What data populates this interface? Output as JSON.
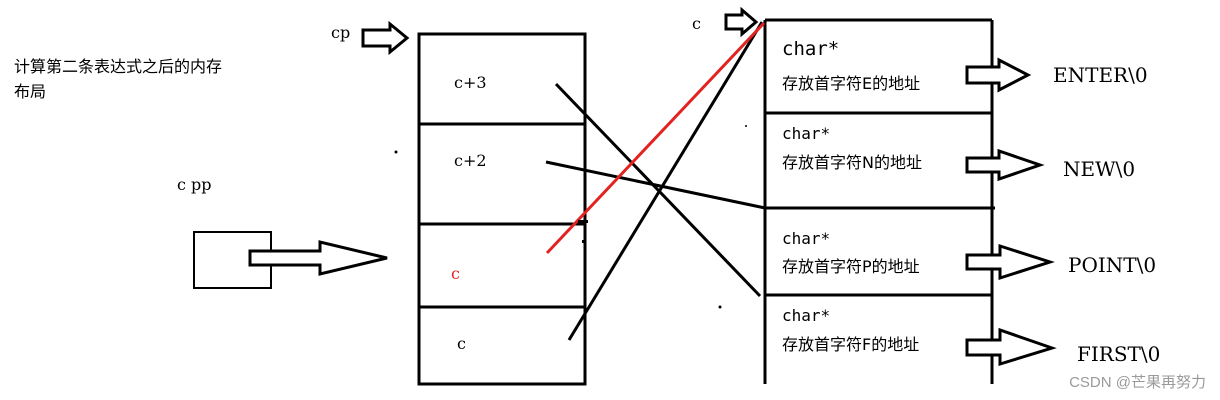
{
  "caption": {
    "line1": "计算第二条表达式之后的内存",
    "line2": "布局"
  },
  "labels": {
    "cp": "cp",
    "c": "c",
    "cpp": "c pp"
  },
  "cp_cells": [
    "c+3",
    "c+2",
    "c",
    "c"
  ],
  "c_cells": [
    {
      "type": "char*",
      "desc": "存放首字符E的地址",
      "string": "ENTER\\0"
    },
    {
      "type": "char*",
      "desc": "存放首字符N的地址",
      "string": "NEW\\0"
    },
    {
      "type": "char*",
      "desc": "存放首字符P的地址",
      "string": "POINT\\0"
    },
    {
      "type": "char*",
      "desc": "存放首字符F的地址",
      "string": "FIRST\\0"
    }
  ],
  "colors": {
    "line": "#000000",
    "highlight": "#e32222"
  },
  "watermark": "CSDN @芒果再努力"
}
